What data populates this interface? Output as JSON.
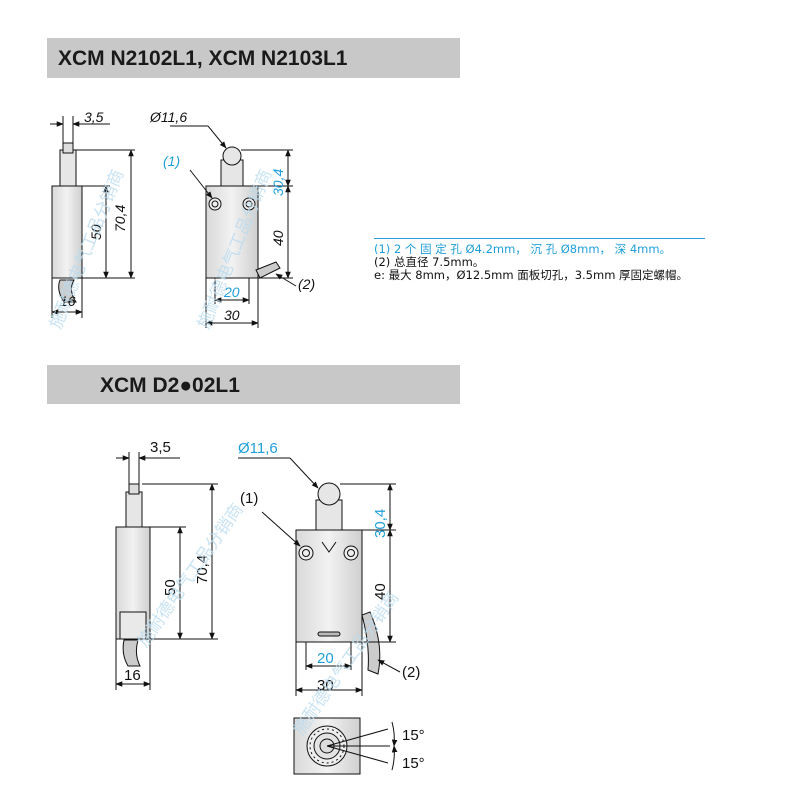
{
  "section1": {
    "title": "XCM N2102L1, XCM N2103L1"
  },
  "section2": {
    "title": "XCM D2●02L1"
  },
  "notes": {
    "note1": "(1) 2 个 固 定 孔 Ø4.2mm， 沉 孔 Ø8mm， 深 4mm。",
    "note2": "(2) 总直径 7.5mm。",
    "note3": "e: 最大 8mm，Ø12.5mm 面板切孔，3.5mm 厚固定螺帽。"
  },
  "dims1": {
    "d_3_5": "3,5",
    "d_11_6": "Ø11,6",
    "d_70_4": "70,4",
    "d_50": "50",
    "d_30_4": "30,4",
    "d_40": "40",
    "d_20": "20",
    "d_30": "30",
    "d_16": "16",
    "c1": "(1)",
    "c2": "(2)"
  },
  "dims2": {
    "d_3_5": "3,5",
    "d_11_6": "Ø11,6",
    "d_70_4": "70,4",
    "d_50": "50",
    "d_30_4": "30,4",
    "d_40": "40",
    "d_20": "20",
    "d_30": "30",
    "d_16": "16",
    "c1": "(1)",
    "c2": "(2)",
    "a1": "15°",
    "a2": "15°"
  },
  "watermark": "施耐德电气工品分销商",
  "colors": {
    "accent": "#1f9fd8",
    "bar": "#c8c8c8",
    "line": "#111111"
  }
}
